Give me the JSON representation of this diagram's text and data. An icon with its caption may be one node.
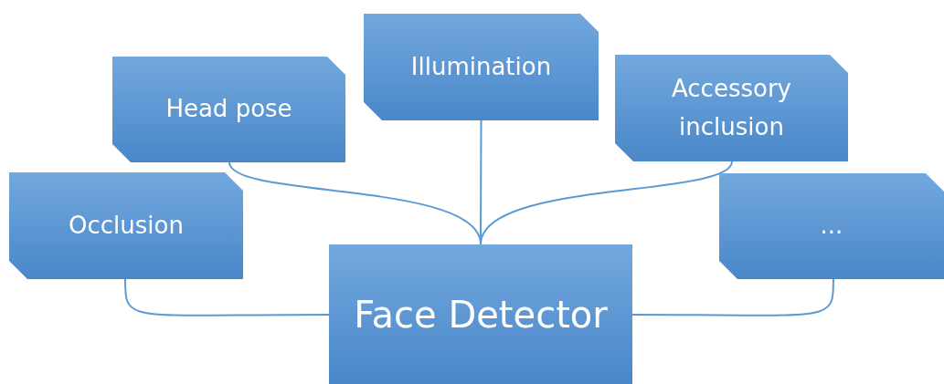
{
  "diagram": {
    "nodes": [
      {
        "text": [
          "Face Detector"
        ]
      },
      {
        "text": [
          "Head pose"
        ]
      },
      {
        "text": [
          "Illumination"
        ]
      },
      {
        "text": [
          "Accessory inclusion"
        ]
      },
      {
        "text": [
          "Occlusion"
        ]
      },
      {
        "text": [
          "..."
        ]
      }
    ],
    "edges": [
      {
        "from": 1,
        "to": 0,
        "arrow": "none"
      },
      {
        "from": 2,
        "to": 0,
        "arrow": "none"
      },
      {
        "from": 3,
        "to": 0,
        "arrow": "none"
      },
      {
        "from": 4,
        "to": 0,
        "arrow": "none"
      },
      {
        "from": 5,
        "to": 0,
        "arrow": "none"
      }
    ]
  }
}
